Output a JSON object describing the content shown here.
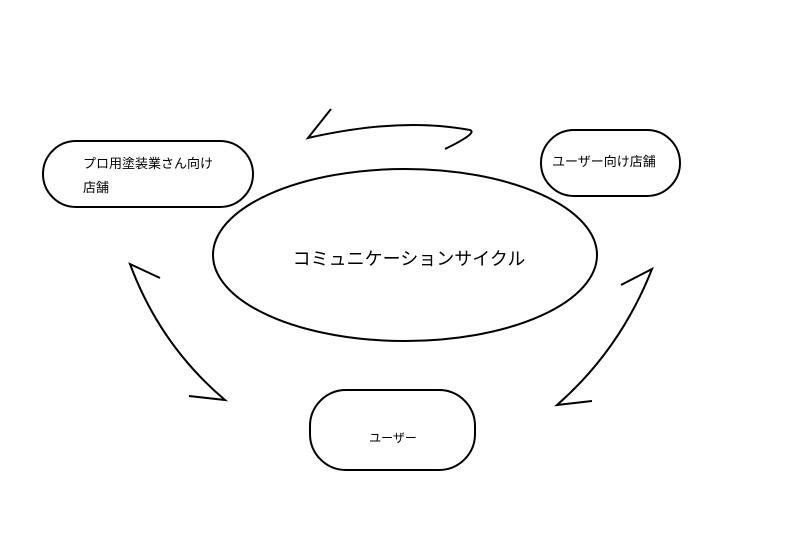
{
  "diagram": {
    "center": {
      "label": "コミュニケーションサイクル"
    },
    "nodes": {
      "pro_store": {
        "label_lines": [
          "プロ用塗装業さん向け",
          "店舗"
        ]
      },
      "user_store": {
        "label": "ユーザー向け店舗"
      },
      "user": {
        "label": "ユーザー"
      }
    },
    "arrows": [
      {
        "from": "user_store",
        "to": "pro_store"
      },
      {
        "from": "pro_store",
        "to": "user"
      },
      {
        "from": "user",
        "to": "user_store"
      }
    ]
  }
}
